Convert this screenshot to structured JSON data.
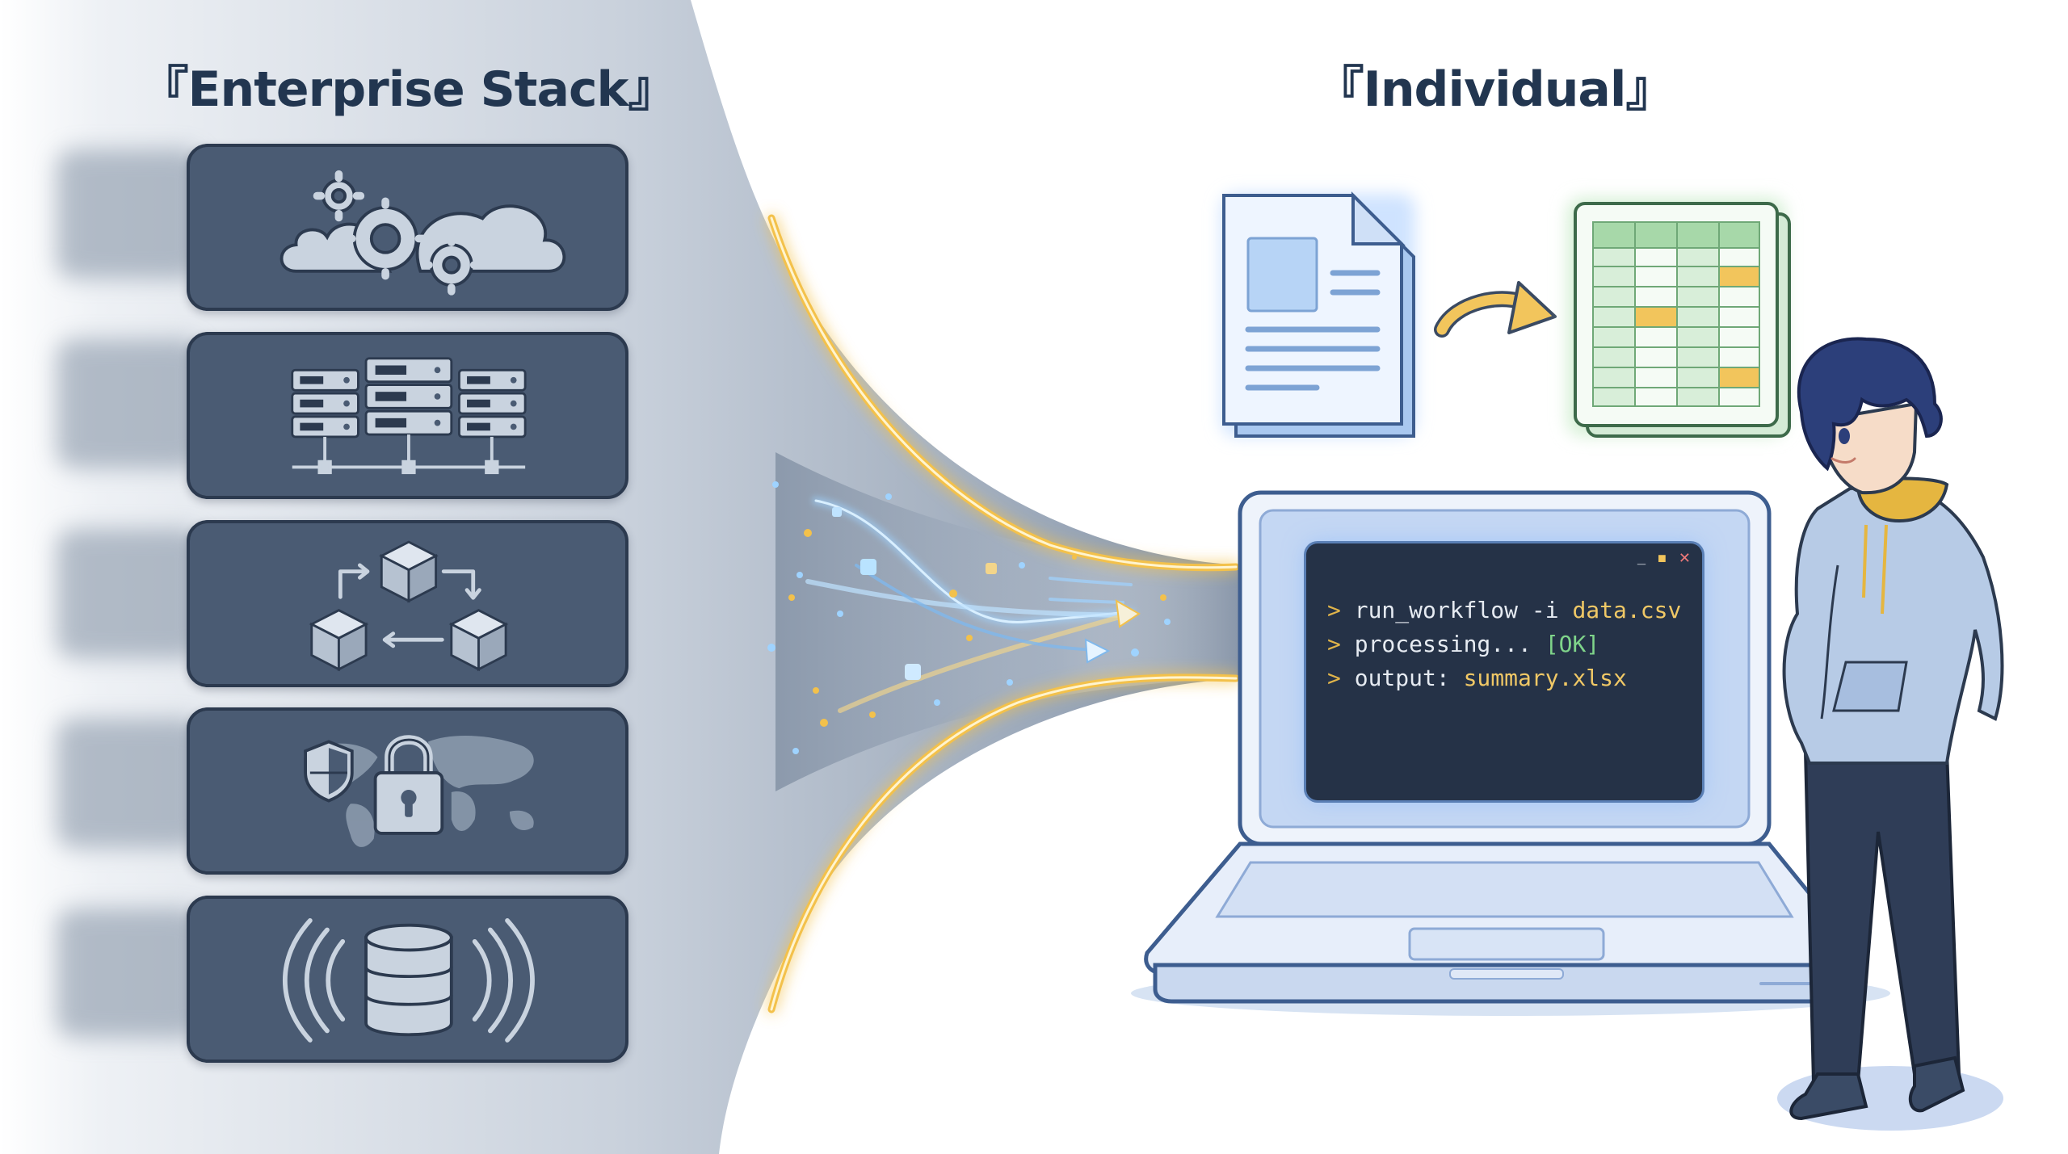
{
  "left_panel": {
    "title": "『Enterprise Stack』",
    "cards": [
      {
        "icon": "cloud-gears-icon"
      },
      {
        "icon": "server-rack-icon"
      },
      {
        "icon": "workflow-cubes-icon"
      },
      {
        "icon": "security-lock-map-icon"
      },
      {
        "icon": "database-signal-icon"
      }
    ]
  },
  "right_panel": {
    "title": "『Individual』",
    "document_icon": "document-icon",
    "spreadsheet_icon": "spreadsheet-icon",
    "arrow_icon": "curved-arrow-icon",
    "laptop_icon": "laptop-icon",
    "person_icon": "person-in-hoodie-icon",
    "terminal": {
      "lines": [
        {
          "prompt": ">",
          "cmd": "run_workflow -i ",
          "arg": "data.csv"
        },
        {
          "prompt": ">",
          "cmd": "processing... ",
          "arg": "[OK]"
        },
        {
          "prompt": ">",
          "cmd": "output: ",
          "arg": "summary.xlsx"
        }
      ],
      "controls": {
        "minimize": "_",
        "maximize": "■",
        "close": "✕"
      }
    }
  },
  "colors": {
    "card_fill": "#4a5b73",
    "card_border": "#2c3a4f",
    "icon_fill": "#c9d3df",
    "glow_gold": "#f3c14b",
    "stream_blue": "#9fd3ff",
    "title_text": "#223650",
    "terminal_bg": "#253247",
    "sheet_green": "#a7d8a9",
    "sheet_highlight": "#f2c55c"
  }
}
